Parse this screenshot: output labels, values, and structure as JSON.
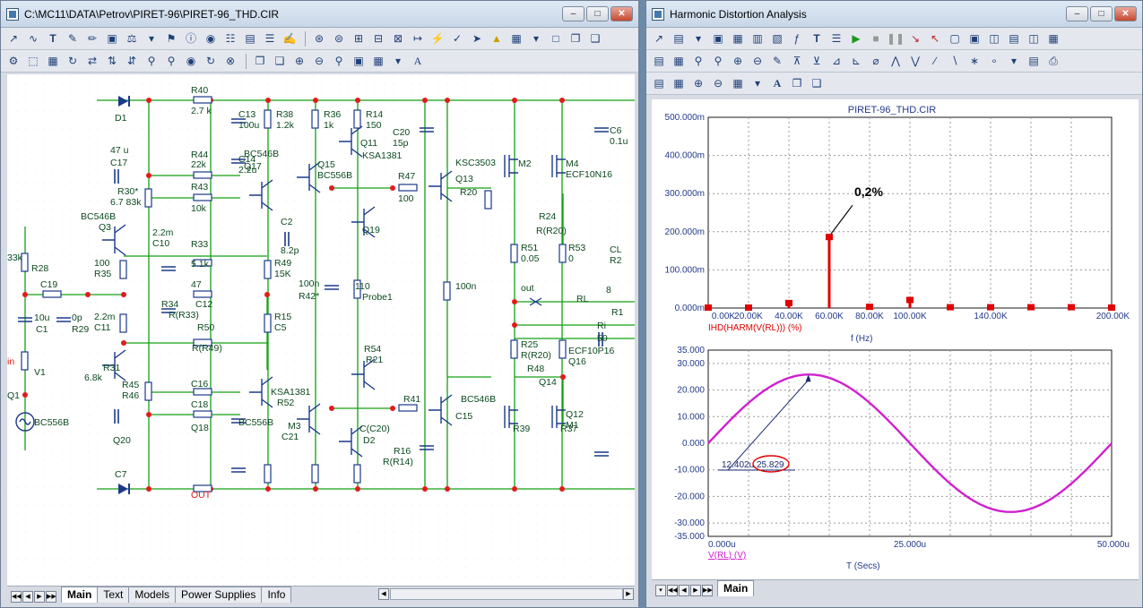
{
  "left_window": {
    "title": "C:\\MC11\\DATA\\Petrov\\PIRET-96\\PIRET-96_THD.CIR",
    "tabs": [
      {
        "label": "Main",
        "active": true
      },
      {
        "label": "Text",
        "active": false
      },
      {
        "label": "Models",
        "active": false
      },
      {
        "label": "Power Supplies",
        "active": false
      },
      {
        "label": "Info",
        "active": false
      }
    ],
    "schematic_labels": [
      "D1",
      "R40",
      "2.7 k",
      "C13",
      "100u",
      "R38",
      "1.2k",
      "R36",
      "1k",
      "R14",
      "150",
      "C20",
      "15p",
      "C6",
      "0.1u",
      "47 u",
      "C17",
      "C14",
      "2.2u",
      "BC546B",
      "Q17",
      "Q15",
      "BC556B",
      "Q11",
      "KSA1381",
      "KSC3503",
      "M2",
      "M4",
      "ECF10N16",
      "R44",
      "22k",
      "R43",
      "10k",
      "R30*",
      "6.7 83k",
      "R47",
      "100",
      "Q13",
      "R20",
      "R24",
      "R(R20)",
      "BC546B",
      "Q3",
      "2.2m",
      "C10",
      "C2",
      "8.2p",
      "R33",
      "5.1k",
      "R49",
      "15K",
      "Q19",
      "R51",
      "0.05",
      "R53",
      "0",
      "CL",
      "R2",
      "33k",
      "R28",
      "100",
      "R35",
      "47",
      "C12",
      "100n",
      "R42*",
      "110",
      "Probe1",
      "out",
      "RL",
      "8",
      "R1",
      "C19",
      "10u",
      "C1",
      "0p",
      "R29",
      "2.2m",
      "C11",
      "R34",
      "R(R33)",
      "R50",
      "R(R49)",
      "R15",
      "C5",
      "100n",
      "Ri",
      "50",
      "in",
      "V1",
      "Q1",
      "BC556B",
      "R31",
      "6.8k",
      "R45",
      "R46",
      "C16",
      "C18",
      "Q18",
      "BC556B",
      "Q20",
      "KSA1381",
      "R52",
      "R54",
      "R21",
      "R25",
      "R(R20)",
      "ECF10P16",
      "Q16",
      "BC546B",
      "Q14",
      "R48",
      "Q12",
      "M1",
      "M3",
      "C21",
      "C(C20)",
      "D2",
      "R41",
      "C15",
      "R39",
      "R37",
      "R16",
      "R(R14)",
      "C7",
      "OUT"
    ]
  },
  "right_window": {
    "title": "Harmonic Distortion Analysis",
    "tab": "Main",
    "charts": [
      {
        "name": "harmonics"
      },
      {
        "name": "waveform"
      }
    ]
  },
  "chart_data": [
    {
      "type": "bar",
      "title": "PIRET-96_THD.CIR",
      "xlabel": "f (Hz)",
      "ylabel": "",
      "x_ticks": [
        "0.00K",
        "20.00K",
        "40.00K",
        "60.00K",
        "80.00K",
        "100.00K",
        "140.00K",
        "200.00K"
      ],
      "y_ticks": [
        "0.000m",
        "100.000m",
        "200.000m",
        "300.000m",
        "400.000m",
        "500.000m"
      ],
      "xlim": [
        0,
        200000
      ],
      "ylim": [
        0,
        500
      ],
      "series": [
        {
          "name": "IHD(HARM(V(RL))) (%)",
          "color": "#e00000",
          "x": [
            0,
            20000,
            40000,
            60000,
            80000,
            100000,
            120000,
            140000,
            160000,
            180000,
            200000
          ],
          "values": [
            0,
            0,
            12,
            185,
            2,
            20,
            1,
            1,
            1,
            1,
            0
          ]
        }
      ],
      "annotation": {
        "text": "0,2%",
        "target_x": 60000,
        "target_y": 185
      }
    },
    {
      "type": "line",
      "xlabel": "T (Secs)",
      "ylabel": "",
      "x_ticks": [
        "0.000u",
        "25.000u",
        "50.000u"
      ],
      "y_ticks": [
        "-35.000",
        "-30.000",
        "-20.000",
        "-10.000",
        "0.000",
        "10.000",
        "20.000",
        "30.000",
        "35.000"
      ],
      "xlim": [
        0,
        50
      ],
      "ylim": [
        -35,
        35
      ],
      "series": [
        {
          "name": "V(RL) (V)",
          "color": "#d020d0",
          "amplitude": 25.829,
          "period": 50
        }
      ],
      "annotation": {
        "x_label": "12.402u",
        "y_label": "25.829",
        "target_x": 12.402,
        "target_y": 25.829
      }
    }
  ]
}
